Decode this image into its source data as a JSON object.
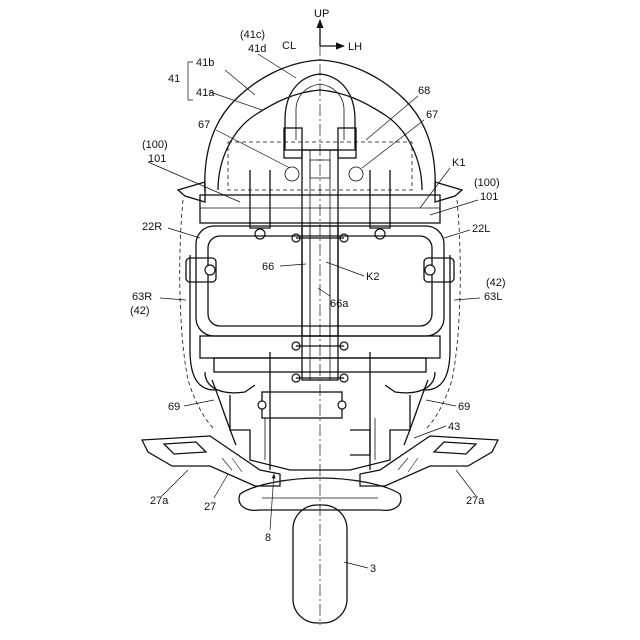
{
  "labels": {
    "up": "UP",
    "cl": "CL",
    "lh": "LH",
    "l41c": "(41c)",
    "l41d": "41d",
    "l41": "41",
    "l41b": "41b",
    "l41a": "41a",
    "l68": "68",
    "l67_left": "67",
    "l67_right": "67",
    "l100_left": "(100)",
    "l101_left": "101",
    "lK1": "K1",
    "l100_right": "(100)",
    "l101_right": "101",
    "l22R": "22R",
    "l22L": "22L",
    "l66": "66",
    "lK2": "K2",
    "l66a": "66a",
    "l42_right": "(42)",
    "l63L": "63L",
    "l63R": "63R",
    "l42_left": "(42)",
    "l69_left": "69",
    "l69_right": "69",
    "l43": "43",
    "l27a_left": "27a",
    "l27": "27",
    "l27a_right": "27a",
    "l8": "8",
    "l3": "3"
  }
}
